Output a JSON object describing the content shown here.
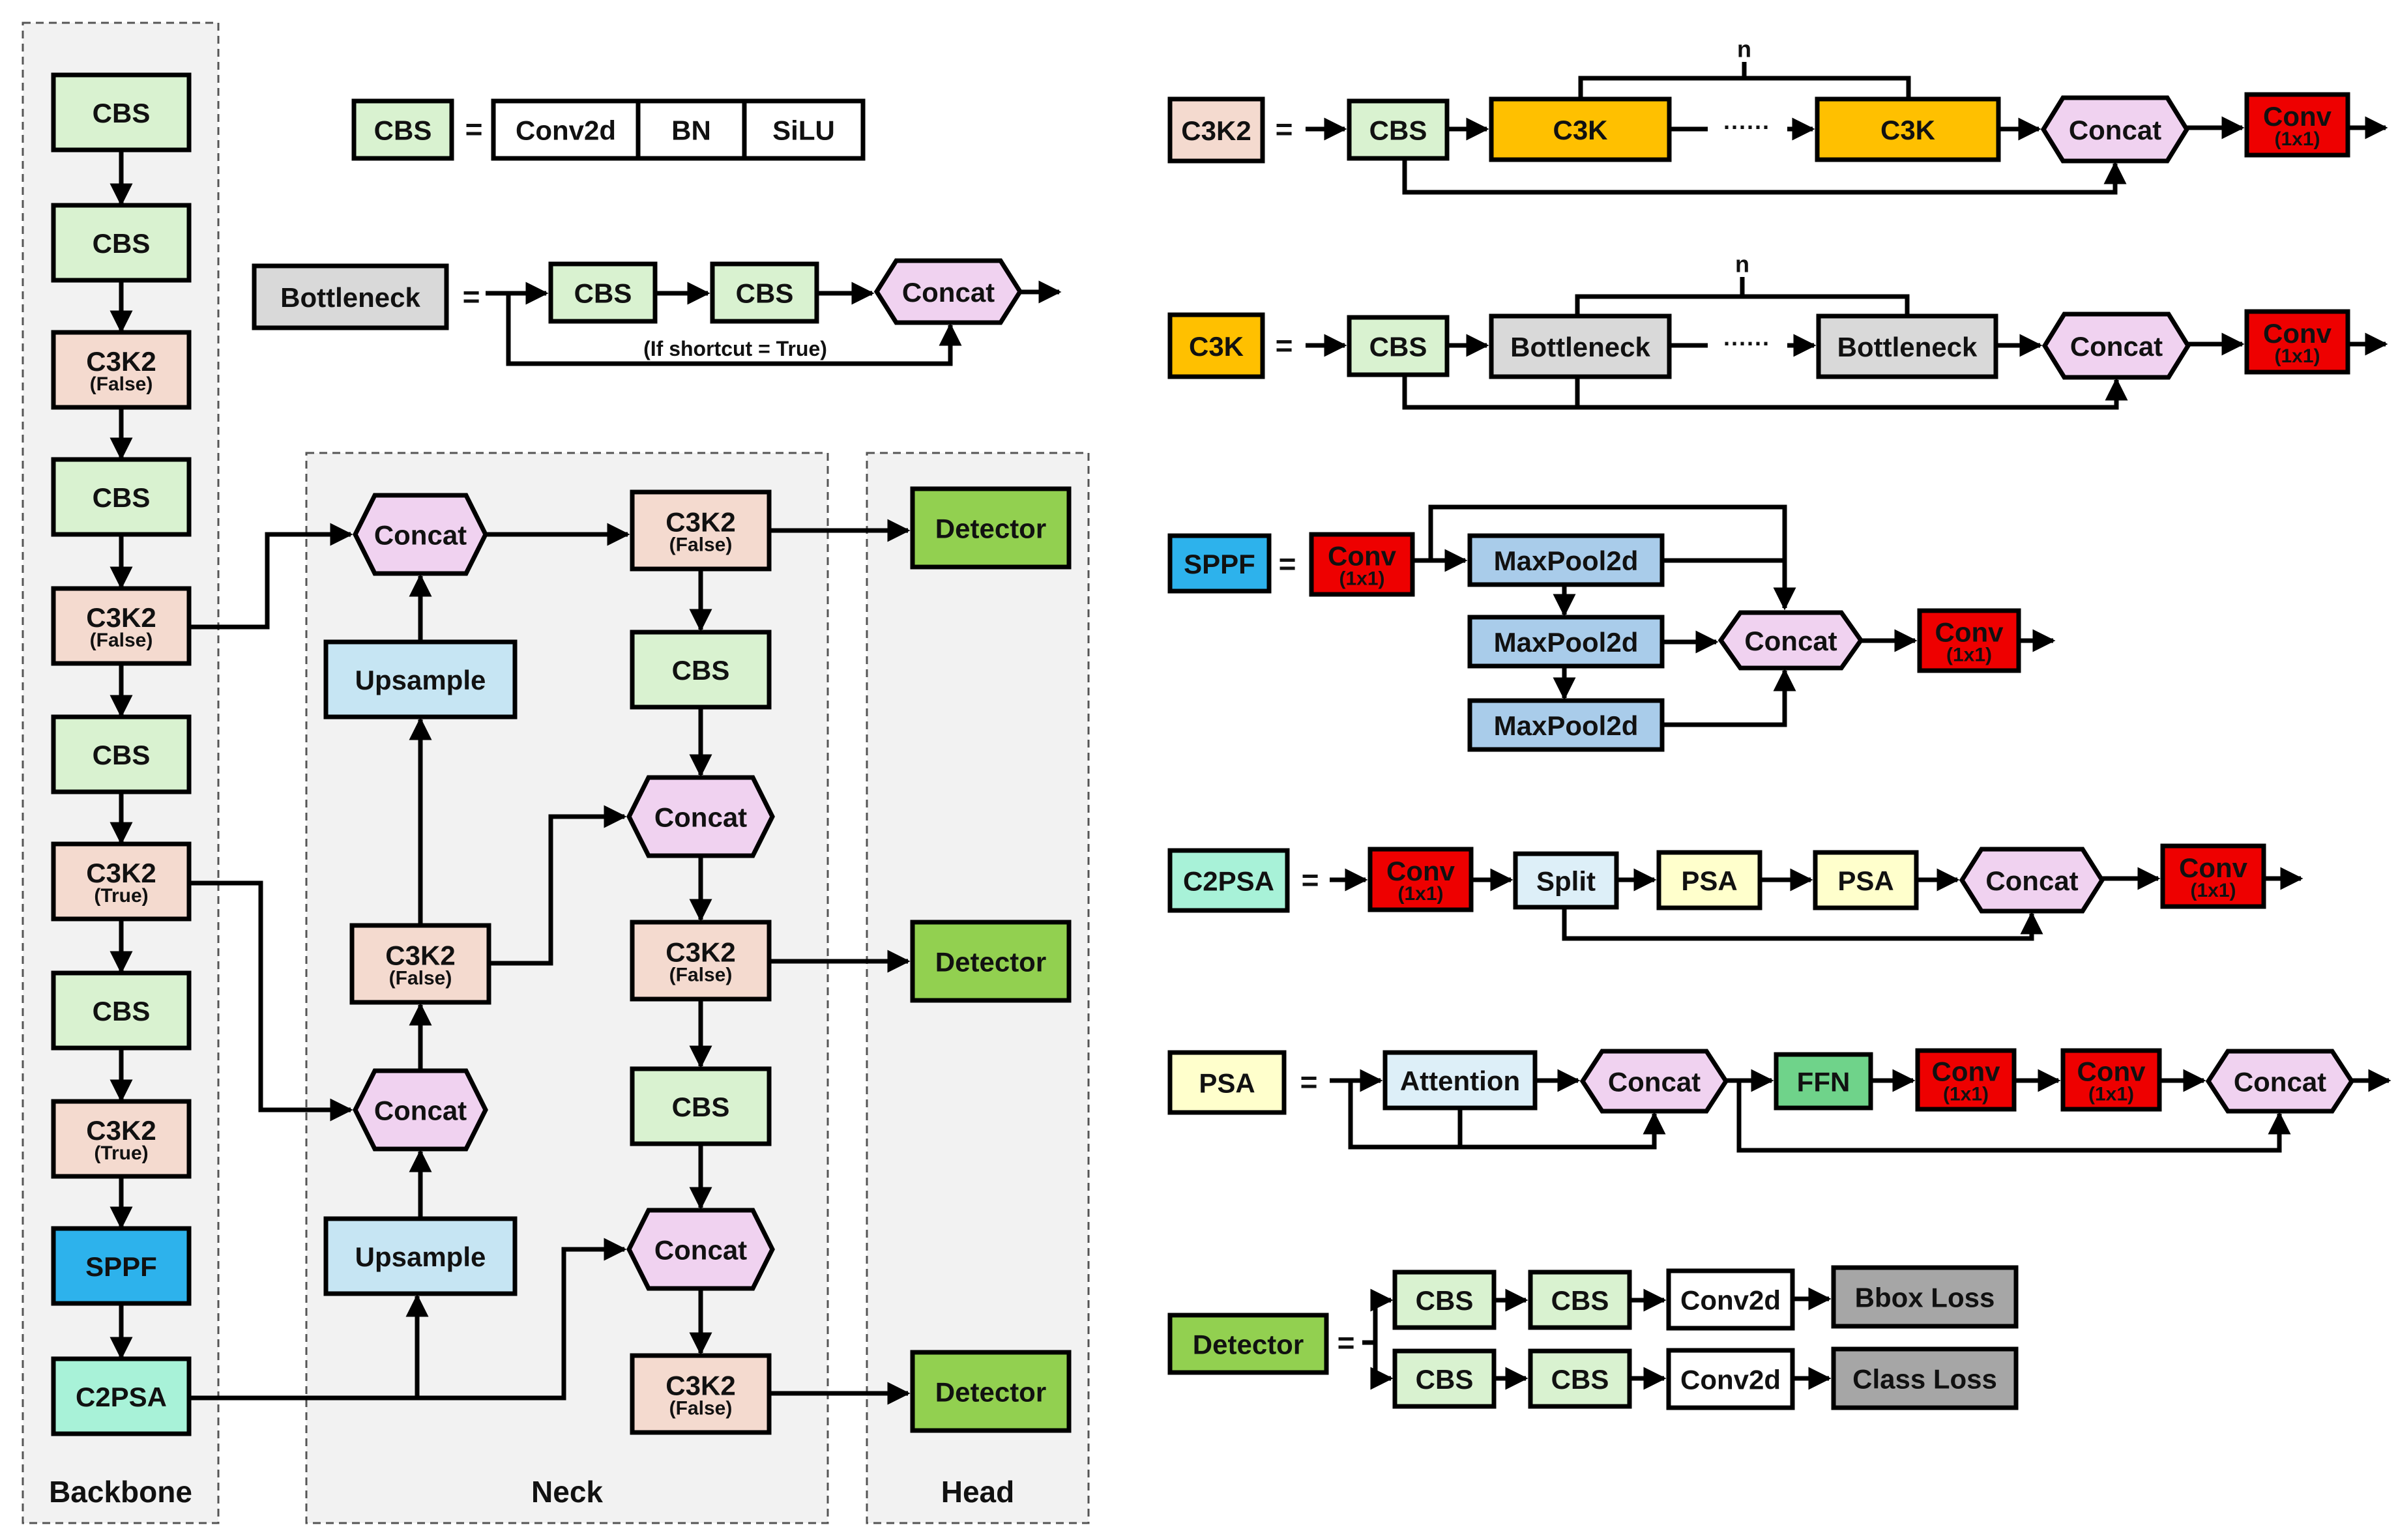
{
  "colors": {
    "cbs": "#D9F2D0",
    "c3k2": "#F4DACF",
    "concat": "#F0D2F0",
    "upsample": "#C6E5F3",
    "sppf": "#2DB2EC",
    "c2psa": "#A8F2D8",
    "detector": "#92D050",
    "conv": "#EE0000",
    "c3k": "#FFC000",
    "bottleneck": "#D9D9D9",
    "maxpool": "#A9CCEA",
    "split": "#DDEFF8",
    "psa": "#FFFFCC",
    "attention": "#DDEFF8",
    "ffn": "#6FD38A",
    "loss": "#A6A6A6",
    "white": "#FFFFFF",
    "panel": "#F2F2F2",
    "line": "#000000"
  },
  "sections": {
    "backbone": "Backbone",
    "neck": "Neck",
    "head": "Head"
  },
  "symbols": {
    "equals": "=",
    "dots": "······",
    "n": "n"
  },
  "blocks": {
    "cbs": "CBS",
    "c3k2": "C3K2",
    "false_tag": "(False)",
    "true_tag": "(True)",
    "concat": "Concat",
    "upsample": "Upsample",
    "sppf": "SPPF",
    "c2psa": "C2PSA",
    "detector": "Detector",
    "conv": "Conv",
    "conv_tag": "(1x1)",
    "c3k": "C3K",
    "bottleneck": "Bottleneck",
    "maxpool": "MaxPool2d",
    "split": "Split",
    "psa": "PSA",
    "attention": "Attention",
    "ffn": "FFN",
    "conv2d": "Conv2d",
    "bn": "BN",
    "silu": "SiLU",
    "bbox_loss": "Bbox Loss",
    "class_loss": "Class Loss",
    "shortcut_note": "(If shortcut = True)"
  }
}
